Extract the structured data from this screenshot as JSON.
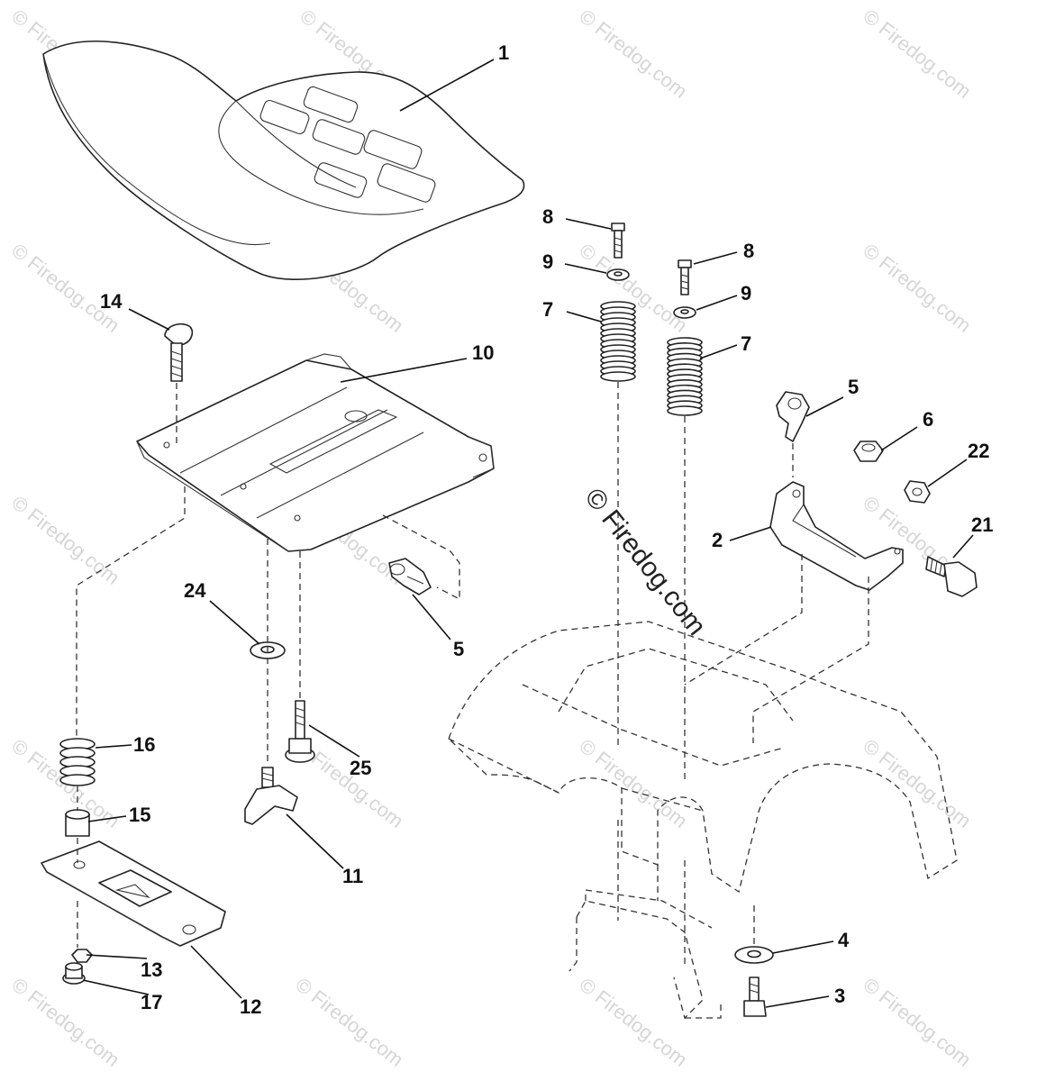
{
  "watermark": {
    "text": "© Firedog.com",
    "center_text": "© Firedog.com"
  },
  "callouts": {
    "c1": "1",
    "c2": "2",
    "c3": "3",
    "c4": "4",
    "c5a": "5",
    "c5b": "5",
    "c6": "6",
    "c7a": "7",
    "c7b": "7",
    "c8a": "8",
    "c8b": "8",
    "c9a": "9",
    "c9b": "9",
    "c10": "10",
    "c11": "11",
    "c12": "12",
    "c13": "13",
    "c14": "14",
    "c15": "15",
    "c16": "16",
    "c17": "17",
    "c21": "21",
    "c22": "22",
    "c24": "24",
    "c25": "25"
  }
}
